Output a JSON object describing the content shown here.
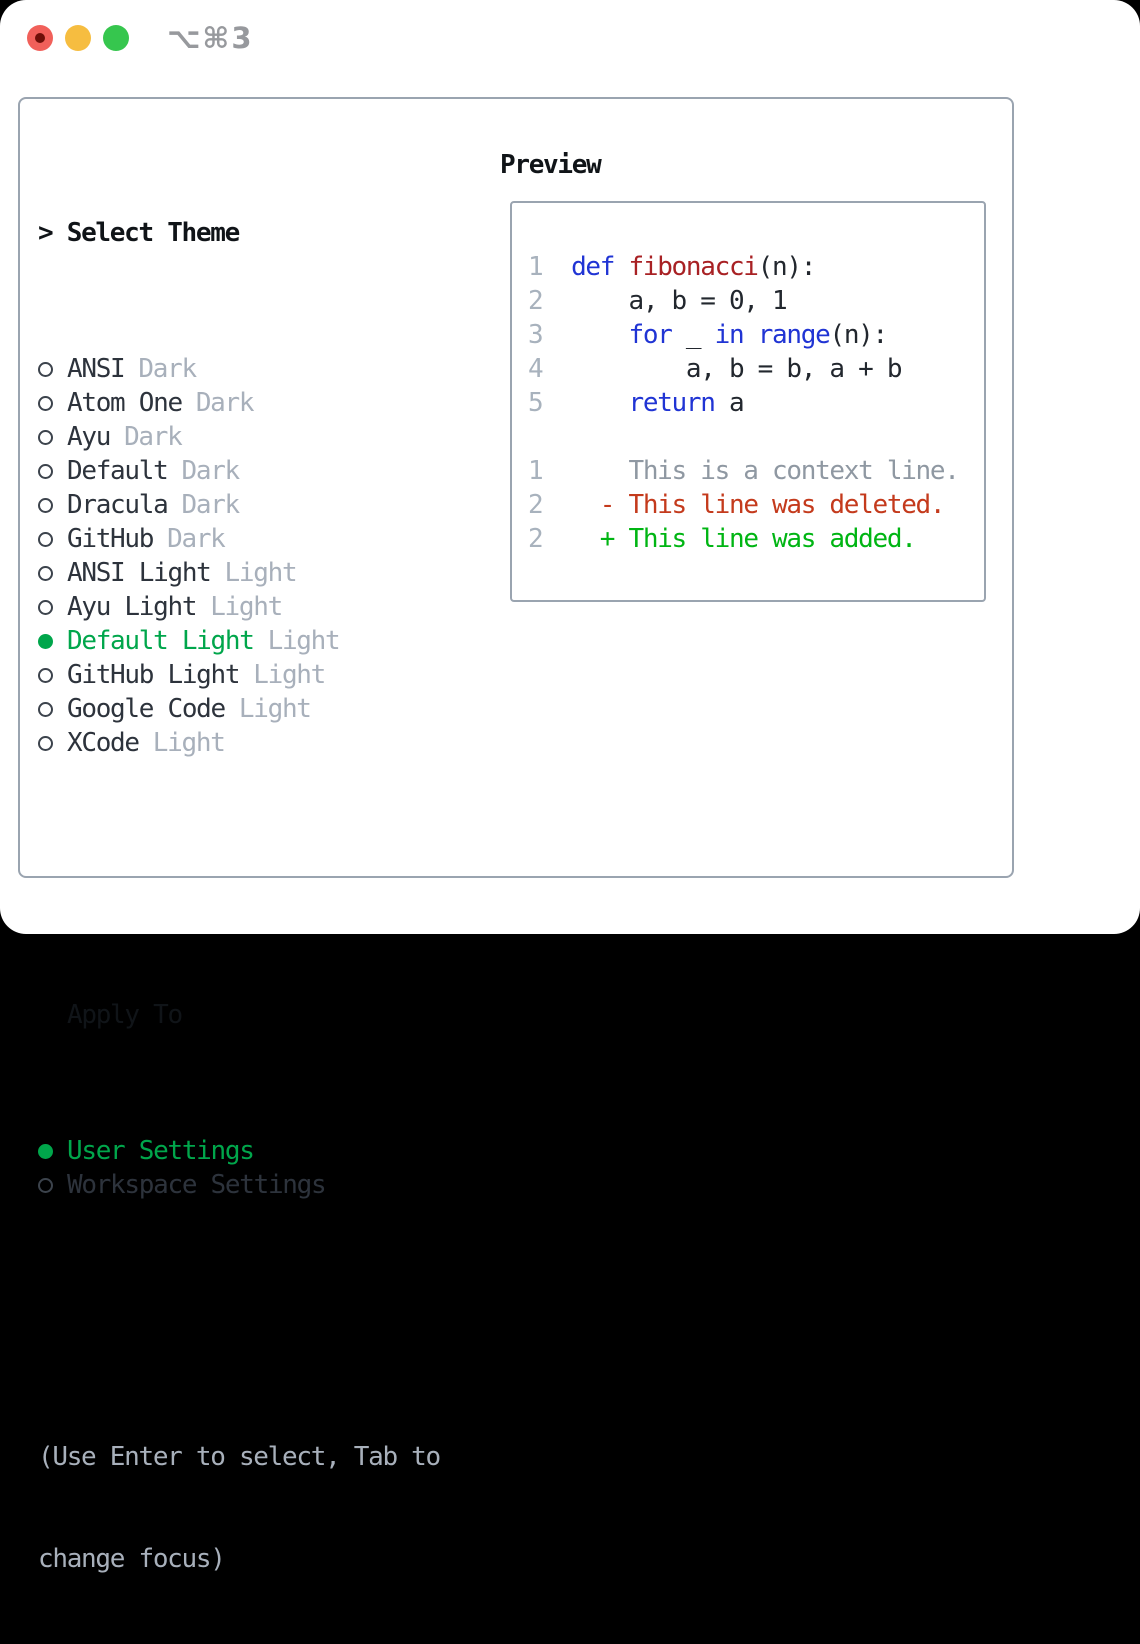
{
  "window": {
    "title": "⌥⌘3"
  },
  "colors": {
    "foreground": "#22272e",
    "heading": "#101418",
    "item_text": "#2d333c",
    "muted": "#a8b0bb",
    "line_number": "#a8b2bd",
    "context": "#8f98a2",
    "accent_green": "#00a64b",
    "diff_green": "#00b513",
    "diff_red": "#c43a1c",
    "keyword_blue": "#2034d4",
    "function_red": "#a82124",
    "border": "#9aa4b0",
    "window_bg": "#ffffff",
    "page_bg": "#000000",
    "title_gray": "#97999d",
    "traffic_red": "#f1605a",
    "traffic_red_dot": "#6e0f08",
    "traffic_yellow": "#f6bd40",
    "traffic_green": "#36c64e",
    "radio_ring": "#3c434c"
  },
  "theme_picker": {
    "caret": "> ",
    "header": "Select Theme",
    "items": [
      {
        "name": "ANSI",
        "variant": "Dark",
        "selected": false
      },
      {
        "name": "Atom One",
        "variant": "Dark",
        "selected": false
      },
      {
        "name": "Ayu",
        "variant": "Dark",
        "selected": false
      },
      {
        "name": "Default",
        "variant": "Dark",
        "selected": false
      },
      {
        "name": "Dracula",
        "variant": "Dark",
        "selected": false
      },
      {
        "name": "GitHub",
        "variant": "Dark",
        "selected": false
      },
      {
        "name": "ANSI Light",
        "variant": "Light",
        "selected": false
      },
      {
        "name": "Ayu Light",
        "variant": "Light",
        "selected": false
      },
      {
        "name": "Default Light",
        "variant": "Light",
        "selected": true
      },
      {
        "name": "GitHub Light",
        "variant": "Light",
        "selected": false
      },
      {
        "name": "Google Code",
        "variant": "Light",
        "selected": false
      },
      {
        "name": "XCode",
        "variant": "Light",
        "selected": false
      }
    ]
  },
  "apply_to": {
    "header": "Apply To",
    "options": [
      {
        "label": "User Settings",
        "selected": true
      },
      {
        "label": "Workspace Settings",
        "selected": false
      }
    ]
  },
  "hint_lines": [
    "(Use Enter to select, Tab to",
    "change focus)"
  ],
  "preview": {
    "header": "Preview",
    "lines": [
      [
        {
          "text": "1  ",
          "style": "num"
        },
        {
          "text": "def",
          "style": "kw"
        },
        {
          "text": " ",
          "style": "fg"
        },
        {
          "text": "fibonacci",
          "style": "fn"
        },
        {
          "text": "(n):",
          "style": "fg"
        }
      ],
      [
        {
          "text": "2  ",
          "style": "num"
        },
        {
          "text": "    a, b = 0, 1",
          "style": "fg"
        }
      ],
      [
        {
          "text": "3  ",
          "style": "num"
        },
        {
          "text": "    ",
          "style": "fg"
        },
        {
          "text": "for",
          "style": "kw"
        },
        {
          "text": " _ ",
          "style": "fg"
        },
        {
          "text": "in",
          "style": "kw"
        },
        {
          "text": " ",
          "style": "fg"
        },
        {
          "text": "range",
          "style": "kw"
        },
        {
          "text": "(n):",
          "style": "fg"
        }
      ],
      [
        {
          "text": "4  ",
          "style": "num"
        },
        {
          "text": "        a, b = b, a + b",
          "style": "fg"
        }
      ],
      [
        {
          "text": "5  ",
          "style": "num"
        },
        {
          "text": "    ",
          "style": "fg"
        },
        {
          "text": "return",
          "style": "kw"
        },
        {
          "text": " a",
          "style": "fg"
        }
      ],
      [],
      [
        {
          "text": "1",
          "style": "num"
        },
        {
          "text": "      This is a context line.",
          "style": "ctx"
        }
      ],
      [
        {
          "text": "2",
          "style": "num"
        },
        {
          "text": "    ",
          "style": "fg"
        },
        {
          "text": "- This line was deleted.",
          "style": "del"
        }
      ],
      [
        {
          "text": "2",
          "style": "num"
        },
        {
          "text": "    ",
          "style": "fg"
        },
        {
          "text": "+ This line was added.",
          "style": "add"
        }
      ]
    ]
  }
}
